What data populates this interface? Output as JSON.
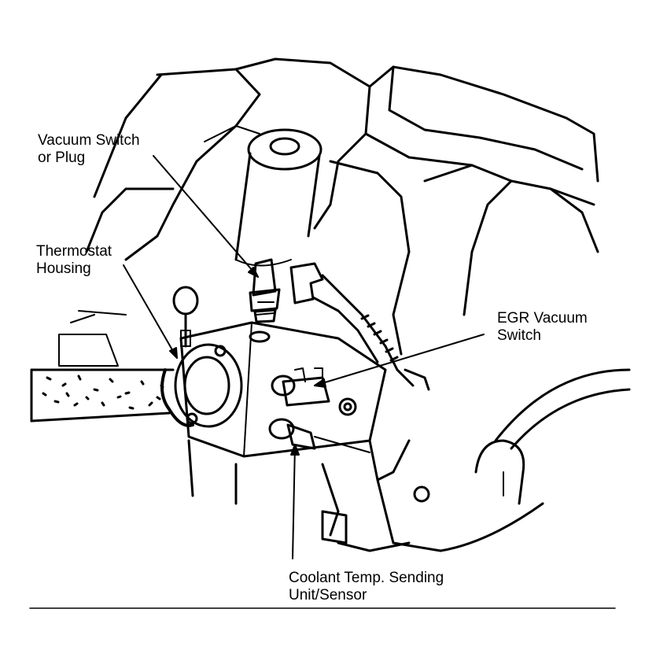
{
  "labels": {
    "vacuum_switch": [
      "Vacuum Switch",
      "or Plug"
    ],
    "thermostat_housing": [
      "Thermostat",
      "Housing"
    ],
    "egr_vacuum_switch": [
      "EGR Vacuum",
      "Switch"
    ],
    "coolant_temp": [
      "Coolant Temp. Sending",
      "Unit/Sensor"
    ]
  },
  "colors": {
    "ink": "#000000",
    "paper": "#ffffff"
  }
}
